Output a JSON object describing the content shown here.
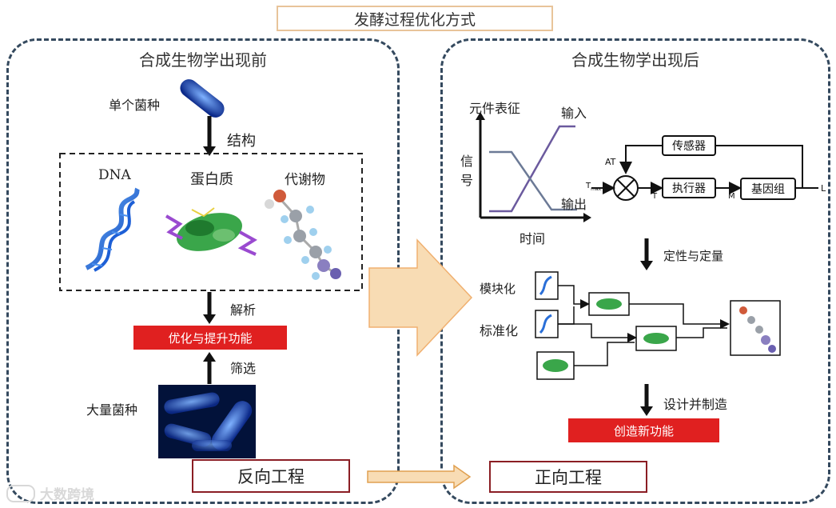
{
  "title": "发酵过程优化方式",
  "left": {
    "title": "合成生物学出现前",
    "single_strain": "单个菌种",
    "structure": "结构",
    "dna": "DNA",
    "protein": "蛋白质",
    "metabolite": "代谢物",
    "parse": "解析",
    "optimize": "优化与提升功能",
    "screen": "筛选",
    "many_strains": "大量菌种",
    "reverse": "反向工程"
  },
  "right": {
    "title": "合成生物学出现后",
    "component_char": "元件表征",
    "input": "输入",
    "signal": "信\n号",
    "output": "输出",
    "time": "时间",
    "sensor": "传感器",
    "actuator": "执行器",
    "gene_group": "基因组",
    "at": "AT",
    "t_max": "T",
    "t_max_sub": "max",
    "t_label": "T",
    "m_label": "M",
    "l_label": "L",
    "qual_quant": "定性与定量",
    "modular": "模块化",
    "standard": "标准化",
    "design": "设计并制造",
    "create": "创造新功能",
    "forward": "正向工程"
  },
  "watermark": "大数跨境",
  "colors": {
    "panel_border": "#34495e",
    "red_button": "#e02020",
    "big_arrow": "#f8dcb4",
    "big_arrow_border": "#f0b070",
    "output_box_border": "#8b1e24",
    "input_line": "#6b5a9e",
    "output_line": "#6c7a96"
  }
}
